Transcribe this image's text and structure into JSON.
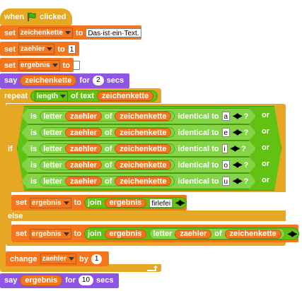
{
  "hat": {
    "when": "when",
    "clicked": "clicked"
  },
  "set_label": "set",
  "to_label": "to",
  "s1": {
    "var": "zeichenkette",
    "value": "Das·ist·ein·Text."
  },
  "s2": {
    "var": "zaehler",
    "value": "1"
  },
  "s3": {
    "var": "ergebnis",
    "value": ""
  },
  "say1": {
    "say": "say",
    "var": "zeichenkette",
    "for": "for",
    "secs_value": "2",
    "secs": "secs"
  },
  "repeat": {
    "label": "repeat",
    "length": "length",
    "of_text": "of text",
    "var": "zeichenkette"
  },
  "if_label": "if",
  "cond_words": {
    "is": "is",
    "letter": "letter",
    "of": "of",
    "identical_to": "identical to",
    "q": "?",
    "or": "or"
  },
  "cond_vars": {
    "zaehler": "zaehler",
    "zeichenkette": "zeichenkette"
  },
  "cond_chars": [
    "a",
    "e",
    "i",
    "o",
    "u"
  ],
  "then_set": {
    "var": "ergebnis",
    "join": "join",
    "a": "ergebnis",
    "b": "firlefei"
  },
  "else_label": "else",
  "else_set": {
    "var": "ergebnis",
    "join": "join",
    "a": "ergebnis",
    "letter": "letter",
    "zaehler": "zaehler",
    "of": "of",
    "zeichenkette": "zeichenkette"
  },
  "change": {
    "label": "change",
    "var": "zaehler",
    "by": "by",
    "value": "1"
  },
  "say2": {
    "say": "say",
    "var": "ergebnis",
    "for": "for",
    "secs_value": "10",
    "secs": "secs"
  },
  "colors": {
    "control": "#e6a822",
    "variables": "#f3761d",
    "looks": "#8f56e3",
    "operators": "#62c213"
  }
}
